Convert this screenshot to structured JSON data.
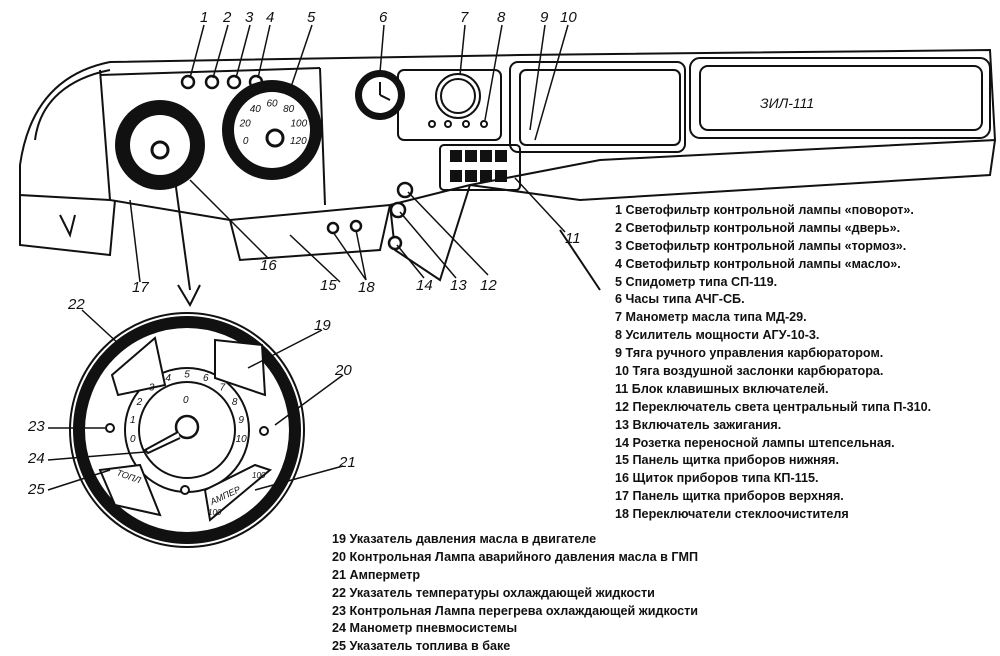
{
  "callouts": [
    "1",
    "2",
    "3",
    "4",
    "5",
    "6",
    "7",
    "8",
    "9",
    "10",
    "11",
    "12",
    "13",
    "14",
    "15",
    "16",
    "17",
    "18",
    "19",
    "20",
    "21",
    "22",
    "23",
    "24",
    "25"
  ],
  "legend_top": [
    "1 Светофильтр контрольной лампы «поворот».",
    "2 Светофильтр контрольной лампы «дверь».",
    "3 Светофильтр контрольной лампы «тормоз».",
    "4 Светофильтр контрольной лампы «масло».",
    "5 Спидометр типа СП-119.",
    "6 Часы типа АЧГ-СБ.",
    "7 Манометр масла типа МД-29.",
    "8 Усилитель мощности АГУ-10-3.",
    "9 Тяга ручного управления карбюратором.",
    "10 Тяга воздушной заслонки карбюратора.",
    "11 Блок клавишных включателей.",
    "12 Переключатель света центральный типа П-310.",
    "13 Включатель зажигания.",
    "14 Розетка переносной лампы штепсельная.",
    "15 Панель щитка приборов нижняя.",
    "16 Щиток приборов типа КП-115.",
    "17 Панель щитка приборов верхняя.",
    "18 Переключатели стеклоочистителя"
  ],
  "legend_bottom": [
    "19 Указатель давления масла в двигателе",
    "20 Контрольная Лампа аварийного давления масла в ГМП",
    "21 Амперметр",
    "22 Указатель температуры охлаждающей жидкости",
    "23 Контрольная Лампа перегрева охлаждающей жидкости",
    "24 Манометр пневмосистемы",
    "25 Указатель топлива в баке"
  ],
  "gauges": {
    "speedometer_scale": [
      "0",
      "20",
      "40",
      "60",
      "80",
      "100",
      "120"
    ],
    "cluster_scale": [
      "0",
      "1",
      "2",
      "3",
      "4",
      "5",
      "6",
      "7",
      "8",
      "9",
      "10"
    ],
    "cluster_center_zero": "0",
    "fuel_label": "ТОПЛ",
    "ammeter_label": "АМПЕР",
    "ammeter_values": [
      "100",
      "100"
    ],
    "glovebox_logo": "ЗИЛ-111"
  }
}
